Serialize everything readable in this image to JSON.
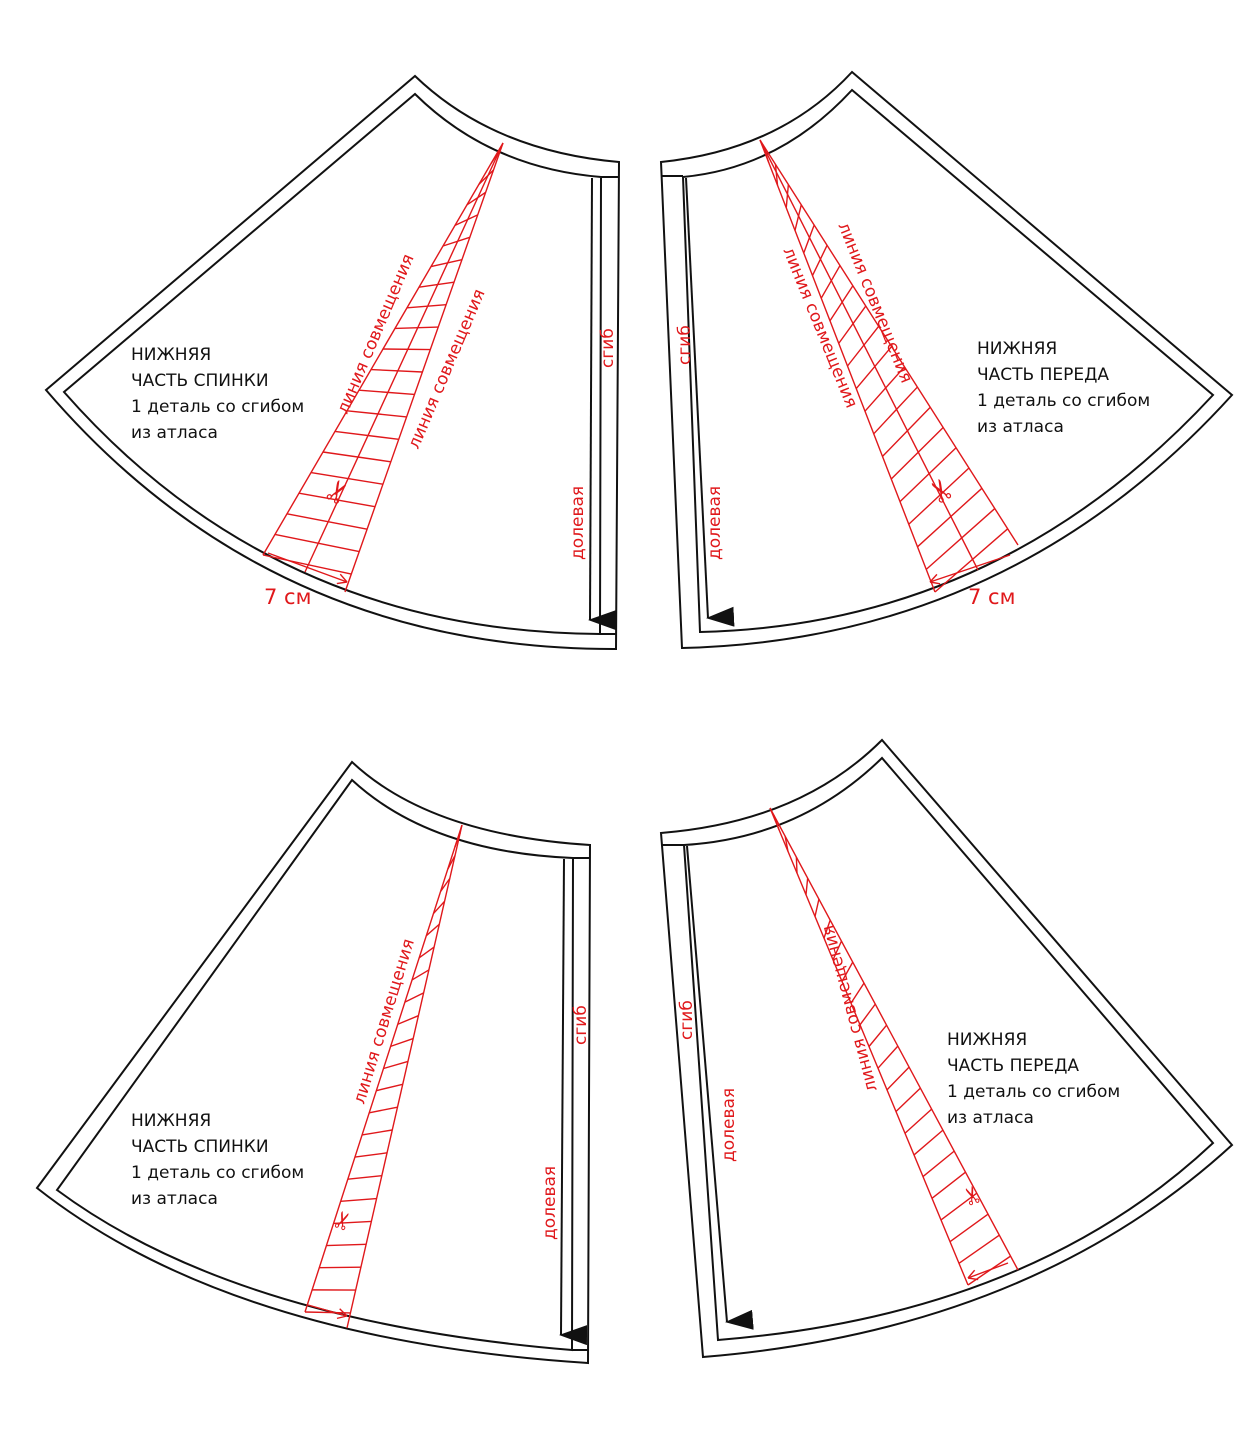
{
  "pieces": [
    {
      "name": "back-top",
      "title1": "НИЖНЯЯ",
      "title2": "ЧАСТЬ СПИНКИ",
      "qty": "1 деталь со сгибом",
      "fabric": "из атласа",
      "fold": "сгиб",
      "grain": "долевая",
      "match1": "линия совмещения",
      "match2": "линия совмещения",
      "dim": "7 см"
    },
    {
      "name": "front-top",
      "title1": "НИЖНЯЯ",
      "title2": "ЧАСТЬ ПЕРЕДА",
      "qty": "1 деталь со сгибом",
      "fabric": "из атласа",
      "fold": "сгиб",
      "grain": "долевая",
      "match1": "линия совмещения",
      "match2": "линия совмещения",
      "dim": "7 см"
    },
    {
      "name": "back-bottom",
      "title1": "НИЖНЯЯ",
      "title2": "ЧАСТЬ СПИНКИ",
      "qty": "1 деталь со сгибом",
      "fabric": "из атласа",
      "fold": "сгиб",
      "grain": "долевая",
      "match1": "линия совмещения"
    },
    {
      "name": "front-bottom",
      "title1": "НИЖНЯЯ",
      "title2": "ЧАСТЬ ПЕРЕДА",
      "qty": "1 деталь со сгибом",
      "fabric": "из атласа",
      "fold": "сгиб",
      "grain": "долевая",
      "match1": "линия совмещения"
    }
  ],
  "colors": {
    "outline": "#111111",
    "marking": "#e0181b"
  }
}
